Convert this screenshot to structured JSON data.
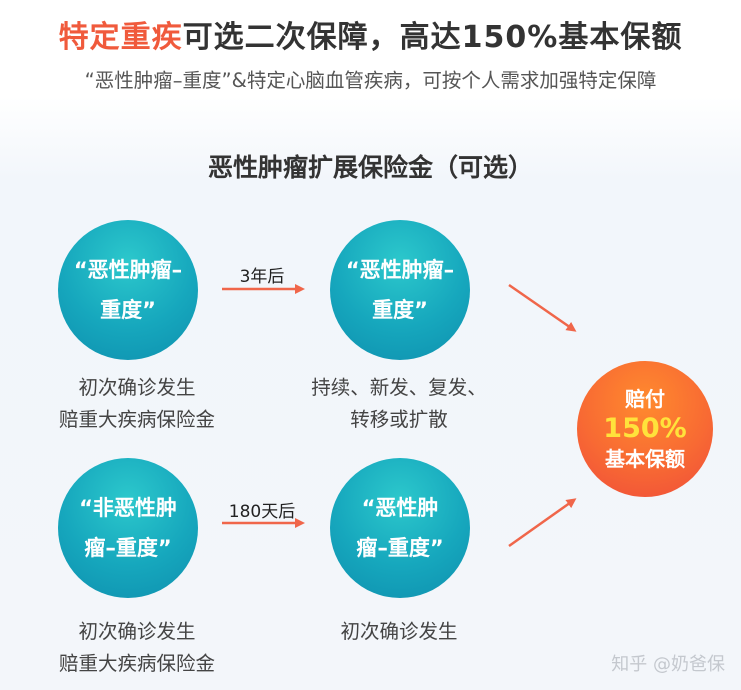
{
  "header": {
    "title_highlight": "特定重疾",
    "title_rest": "可选二次保障，高达150%基本保额",
    "subtitle": "“恶性肿瘤–重度”&特定心脑血管疾病，可按个人需求加强特定保障"
  },
  "section": {
    "title": "恶性肿瘤扩展保险金（可选）"
  },
  "flows": [
    {
      "first": {
        "lines": [
          "“恶性肿瘤–",
          "重度”"
        ],
        "caption": [
          "初次确诊发生",
          "赔重大疾病保险金"
        ]
      },
      "interval": "3年后",
      "second": {
        "lines": [
          "“恶性肿瘤–",
          "重度”"
        ],
        "caption": [
          "持续、新发、复发、",
          "转移或扩散"
        ]
      }
    },
    {
      "first": {
        "lines": [
          "“非恶性肿",
          "瘤–重度”"
        ],
        "caption": [
          "初次确诊发生",
          "赔重大疾病保险金"
        ]
      },
      "interval": "180天后",
      "second": {
        "lines": [
          "“恶性肿",
          "瘤–重度”"
        ],
        "caption": [
          "初次确诊发生"
        ]
      }
    }
  ],
  "result": {
    "line1": "赔付",
    "line2": "150%",
    "line3": "基本保额"
  },
  "watermark": "知乎 @奶爸保",
  "colors": {
    "highlight": "#f05a3c",
    "circle_teal": "#16a7bd",
    "result_orange": "#f86a33",
    "result_percent": "#ffe23b",
    "arrow": "#f0664a"
  }
}
